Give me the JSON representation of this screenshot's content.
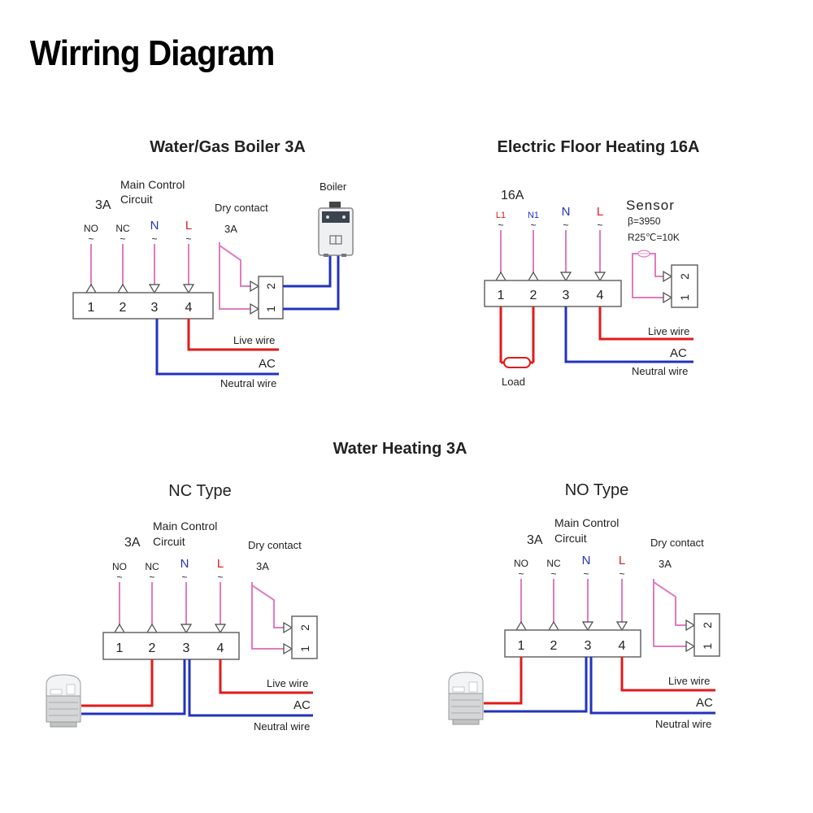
{
  "page_title": "Wirring Diagram",
  "boiler": {
    "title": "Water/Gas Boiler 3A",
    "current": "3A",
    "main_control": "Main Control",
    "circuit": "Circuit",
    "labels": [
      "NO",
      "NC",
      "N",
      "L"
    ],
    "terminals": [
      "1",
      "2",
      "3",
      "4"
    ],
    "dry_contact": "Dry contact",
    "dry_current": "3A",
    "relay_terms": [
      "2",
      "1"
    ],
    "boiler_label": "Boiler",
    "live": "Live wire",
    "ac": "AC",
    "neutral": "Neutral wire"
  },
  "floor": {
    "title": "Electric Floor Heating 16A",
    "current": "16A",
    "labels": [
      "L1",
      "N1",
      "N",
      "L"
    ],
    "terminals": [
      "1",
      "2",
      "3",
      "4"
    ],
    "sensor": "Sensor",
    "beta": "β=3950",
    "r25": "R25℃=10K",
    "sensor_terms": [
      "2",
      "1"
    ],
    "load": "Load",
    "live": "Live wire",
    "ac": "AC",
    "neutral": "Neutral wire"
  },
  "water_title": "Water Heating 3A",
  "nc": {
    "title": "NC Type",
    "current": "3A",
    "main_control": "Main Control",
    "circuit": "Circuit",
    "labels": [
      "NO",
      "NC",
      "N",
      "L"
    ],
    "terminals": [
      "1",
      "2",
      "3",
      "4"
    ],
    "dry_contact": "Dry contact",
    "dry_current": "3A",
    "relay_terms": [
      "2",
      "1"
    ],
    "live": "Live wire",
    "ac": "AC",
    "neutral": "Neutral wire"
  },
  "no": {
    "title": "NO Type",
    "current": "3A",
    "main_control": "Main Control",
    "circuit": "Circuit",
    "labels": [
      "NO",
      "NC",
      "N",
      "L"
    ],
    "terminals": [
      "1",
      "2",
      "3",
      "4"
    ],
    "dry_contact": "Dry contact",
    "dry_current": "3A",
    "relay_terms": [
      "2",
      "1"
    ],
    "live": "Live wire",
    "ac": "AC",
    "neutral": "Neutral wire"
  },
  "tilde": "~",
  "colors": {
    "pink": "#e07bbf",
    "red": "#e11b1b",
    "blue": "#2233bb",
    "label_red": "#e11b1b",
    "label_blue": "#2233bb"
  }
}
